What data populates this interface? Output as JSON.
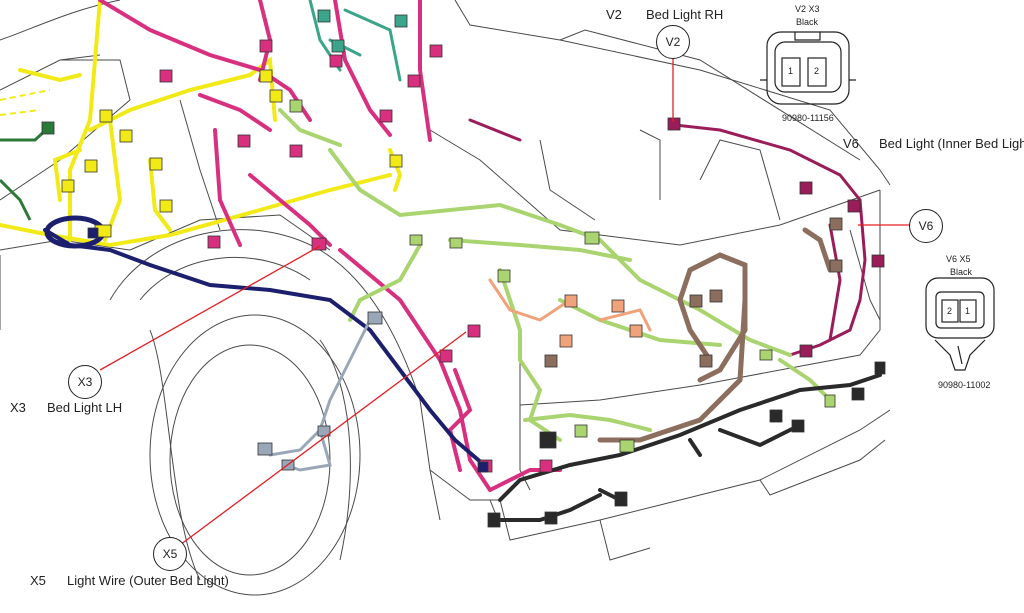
{
  "connectors": [
    {
      "code": "V2",
      "name": "Bed Light RH",
      "callout": "V2"
    },
    {
      "code": "V6",
      "name": "Bed Light (Inner Bed Light)",
      "callout": "V6"
    },
    {
      "code": "X3",
      "name": "Bed Light LH",
      "callout": "X3"
    },
    {
      "code": "X5",
      "name": "Light Wire (Outer Bed Light)",
      "callout": "X5"
    }
  ],
  "connector_views": [
    {
      "title": "V2 X3",
      "color_text": "Black",
      "pins": [
        "1",
        "2"
      ],
      "part_number": "90980-11156"
    },
    {
      "title": "V6 X5",
      "color_text": "Black",
      "pins": [
        "2",
        "1"
      ],
      "part_number": "90980-11002"
    }
  ],
  "harness_colors": {
    "yellow": "#f2ea17",
    "pink": "#d8307e",
    "magenta": "#9a1d5a",
    "green": "#a9d46f",
    "teal": "#3aa58a",
    "navy": "#1c1f6e",
    "brown": "#8c6e5f",
    "dark": "#2a2a2a",
    "orange": "#f0a27a",
    "gray": "#9aa7b8",
    "callout_line": "#e31e24"
  }
}
